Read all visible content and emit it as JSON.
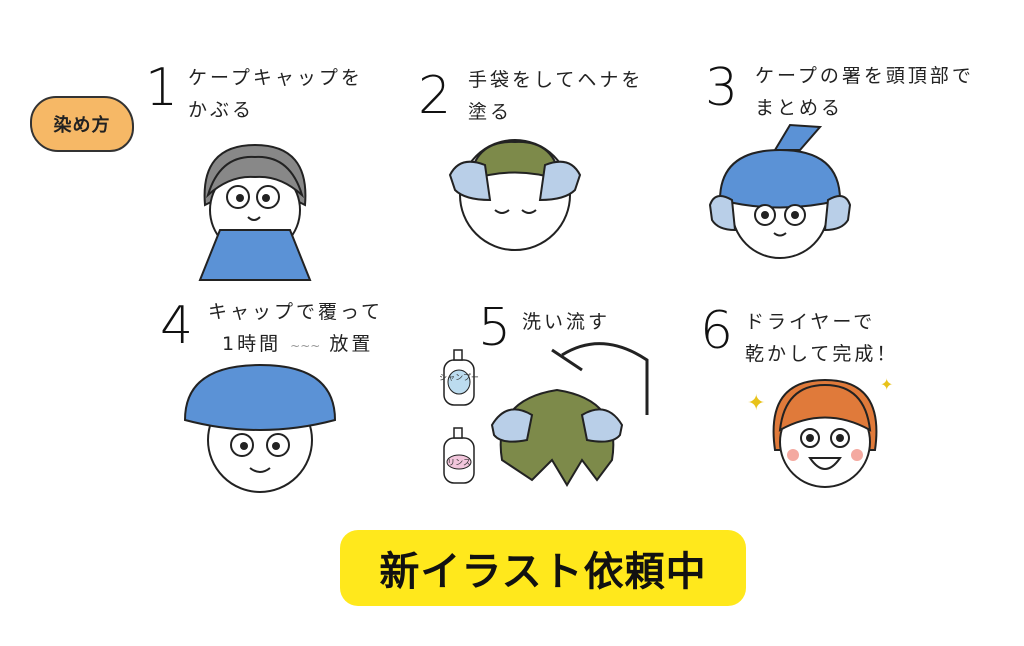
{
  "badge": "染め方",
  "steps": [
    {
      "number": "1",
      "line1": "ケープキャップを",
      "line2": "かぶる"
    },
    {
      "number": "2",
      "line1": "手袋をしてヘナを",
      "line2": "塗る"
    },
    {
      "number": "3",
      "line1": "ケープの署を頭頂部で",
      "line2": "まとめる"
    },
    {
      "number": "4",
      "line1": "キャップで覆って",
      "line2a": "1時間",
      "line2b": "放置"
    },
    {
      "number": "5",
      "line1": "洗い流す"
    },
    {
      "number": "6",
      "line1": "ドライヤーで",
      "line2": "乾かして完成！"
    }
  ],
  "bottles": {
    "shampoo": "シャンプー",
    "rinse": "リンス"
  },
  "cta": "新イラスト依頼中",
  "colors": {
    "cta": "#ffe81c",
    "badge": "#f6b866",
    "cape": "#5b92d6",
    "henna": "#7d8a4a",
    "hair_final": "#e07a3a"
  }
}
